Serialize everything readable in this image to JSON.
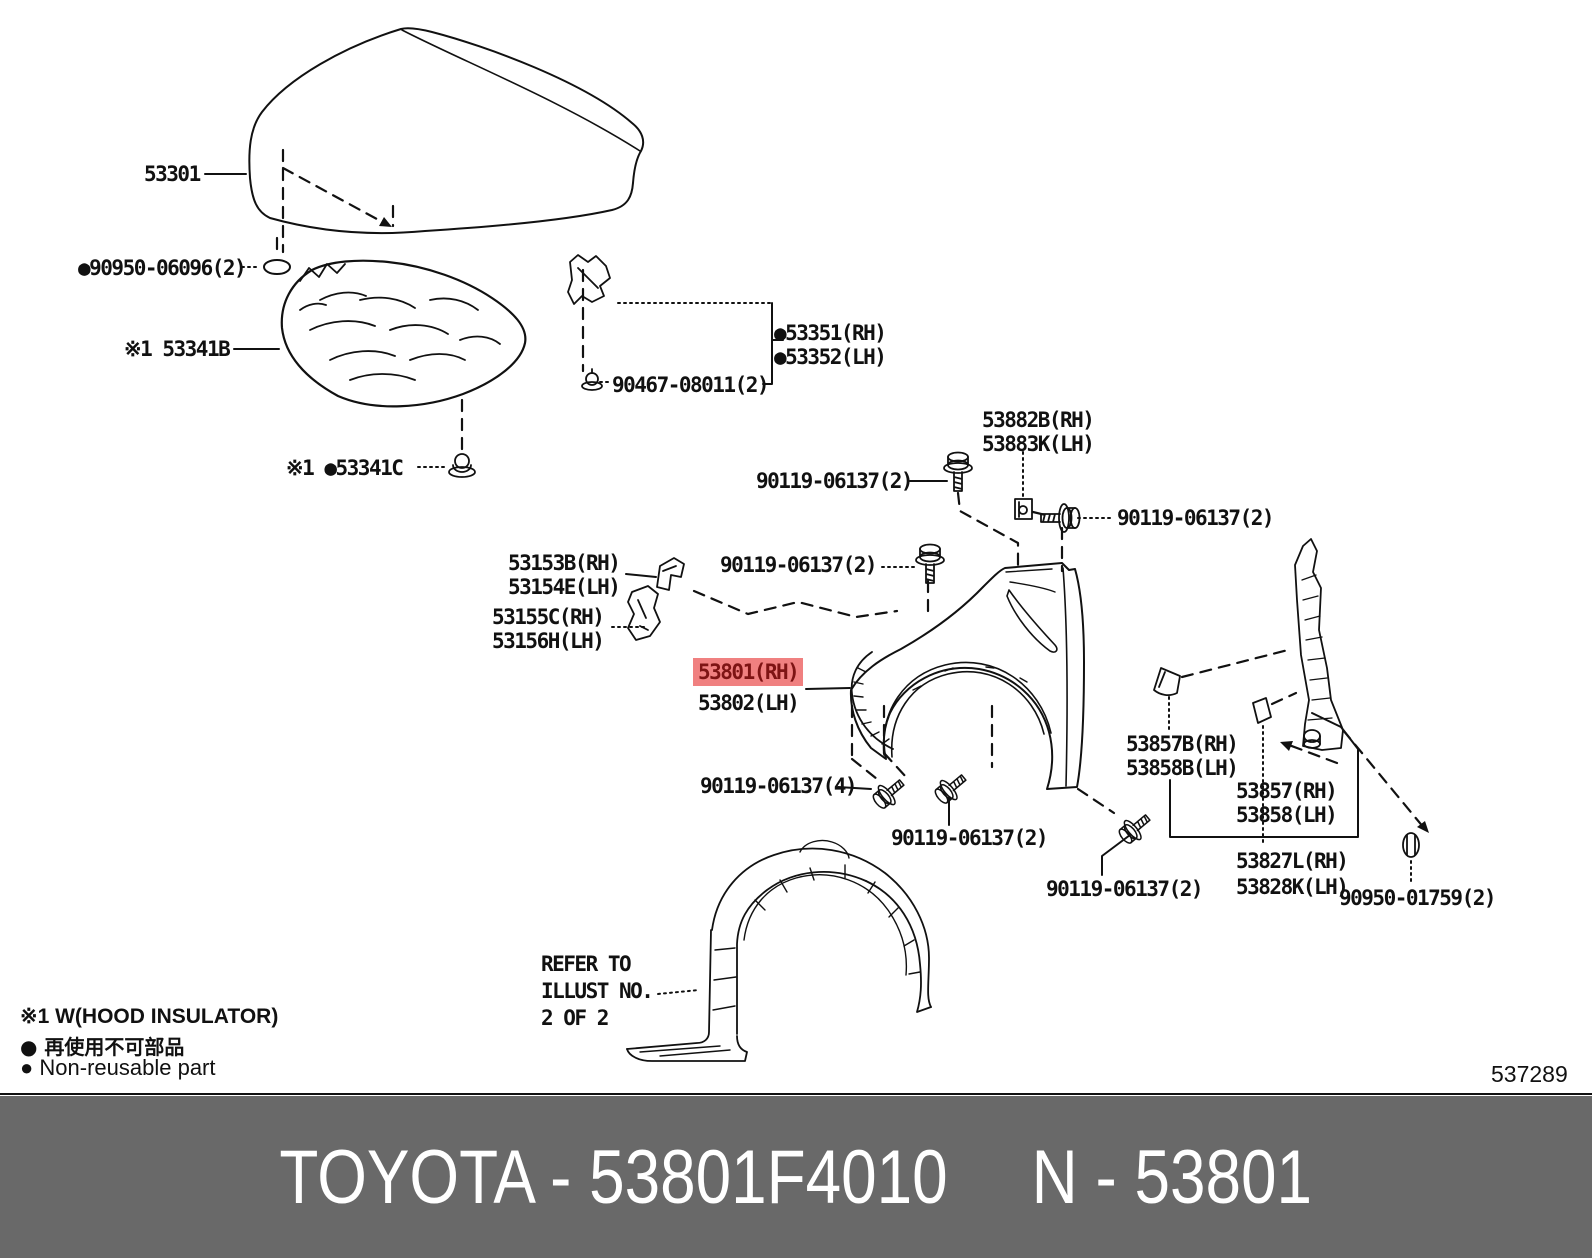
{
  "diagram": {
    "part_labels": {
      "hood": "53301",
      "hood_clip": "●90950-06096(2)",
      "hood_insulator": "※1 53341B",
      "insulator_clip": "※1 ●53341C",
      "cowl_clip": "90467-08011(2)",
      "bracket_rh": "●53351(RH)",
      "bracket_lh": "●53352(LH)",
      "shield_rh": "53882B(RH)",
      "shield_lh": "53883K(LH)",
      "bolt_a": "90119-06137(2)",
      "bolt_b": "90119-06137(2)",
      "bolt_c": "90119-06137(2)",
      "bolt_d": "90119-06137(2)",
      "bolt_e": "90119-06137(2)",
      "bolt_four": "90119-06137(4)",
      "brace_front_rh": "53153B(RH)",
      "brace_front_lh": "53154E(LH)",
      "brace_lower_rh": "53155C(RH)",
      "brace_lower_lh": "53156H(LH)",
      "fender_rh": "53801(RH)",
      "fender_lh": "53802(LH)",
      "pad_rh": "53857B(RH)",
      "pad_lh": "53858B(LH)",
      "mudguard_rh": "53857(RH)",
      "mudguard_lh": "53858(LH)",
      "retainer_rh": "53827L(RH)",
      "retainer_lh": "53828K(LH)",
      "liner_grommet": "90950-01759(2)"
    },
    "refer_note": {
      "line1": "REFER TO",
      "line2": "ILLUST NO.",
      "line3": "2 OF 2"
    },
    "page_number": "537289",
    "highlight_color": "#f08080",
    "highlight_text_color": "#7e1414"
  },
  "legend": {
    "note_insulator": "※1 W(HOOD INSULATOR)",
    "note_jp": "● 再使用不可部品",
    "note_en": "● Non-reusable part"
  },
  "footer": {
    "left": "TOYOTA - 53801F4010",
    "right": "N - 53801",
    "bg": "#696969"
  }
}
